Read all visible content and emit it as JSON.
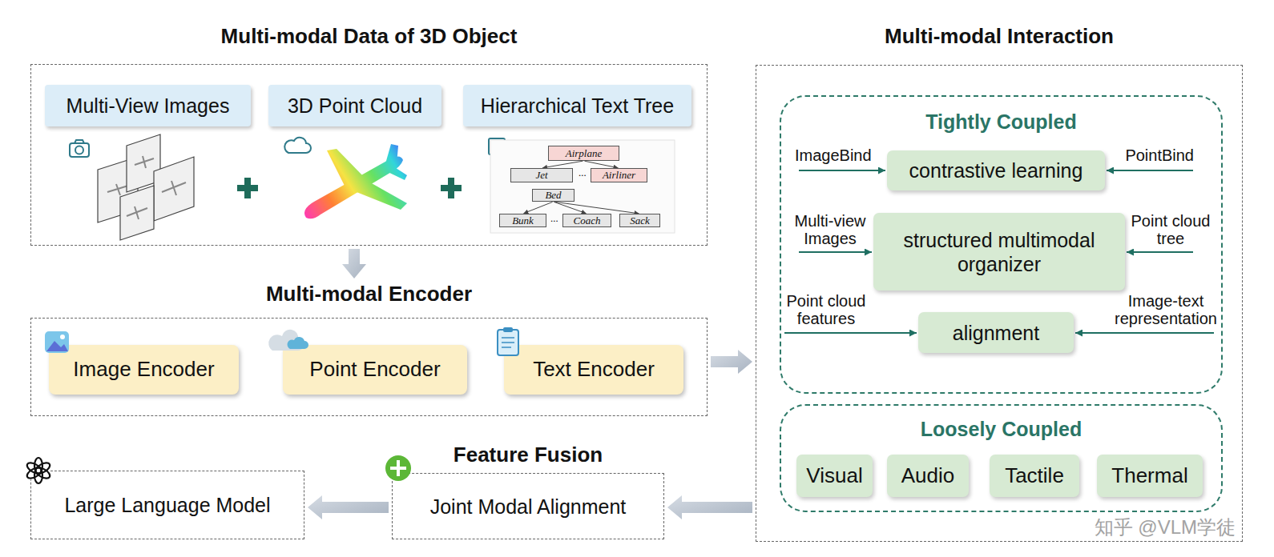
{
  "diagram": {
    "nodes": [
      {
        "text": [
          "Multi-modal Data of 3D Object"
        ]
      },
      {
        "text": [
          "Multi-View Images"
        ],
        "in": 0
      },
      {
        "text": [
          "3D Point Cloud"
        ],
        "in": 0
      },
      {
        "text": [
          "Hierarchical Text Tree"
        ],
        "in": 0
      },
      {
        "text": [
          "Airplane"
        ],
        "in": 0
      },
      {
        "text": [
          "Jet"
        ],
        "in": 0
      },
      {
        "text": [
          "Airliner"
        ],
        "in": 0
      },
      {
        "text": [
          "Bed"
        ],
        "in": 0
      },
      {
        "text": [
          "Bunk"
        ],
        "in": 0
      },
      {
        "text": [
          "Coach"
        ],
        "in": 0
      },
      {
        "text": [
          "Sack"
        ],
        "in": 0
      },
      {
        "text": [
          "Multi-modal Encoder"
        ]
      },
      {
        "text": [
          "Image Encoder"
        ],
        "in": 11
      },
      {
        "text": [
          "Point Encoder"
        ],
        "in": 11
      },
      {
        "text": [
          "Text Encoder"
        ],
        "in": 11
      },
      {
        "text": [
          "Multi-modal Interaction"
        ]
      },
      {
        "text": [
          "Tightly Coupled"
        ],
        "in": 15
      },
      {
        "text": [
          "contrastive learning"
        ],
        "in": 16
      },
      {
        "text": [
          "structured multimodal organizer"
        ],
        "in": 16
      },
      {
        "text": [
          "alignment"
        ],
        "in": 16
      },
      {
        "text": [
          "Loosely Coupled"
        ],
        "in": 15
      },
      {
        "text": [
          "Visual"
        ],
        "in": 20
      },
      {
        "text": [
          "Audio"
        ],
        "in": 20
      },
      {
        "text": [
          "Tactile"
        ],
        "in": 20
      },
      {
        "text": [
          "Thermal"
        ],
        "in": 20
      },
      {
        "text": [
          "Large Language Model"
        ]
      },
      {
        "text": [
          "Feature Fusion",
          "Joint Modal Alignment"
        ]
      }
    ],
    "edges": [
      {
        "from": 4,
        "to": 5,
        "arrow": "to"
      },
      {
        "from": 4,
        "to": 6,
        "arrow": "to"
      },
      {
        "from": 7,
        "to": 8,
        "arrow": "to"
      },
      {
        "from": 7,
        "to": 9,
        "arrow": "to"
      },
      {
        "from": 7,
        "to": 10,
        "arrow": "to"
      },
      {
        "from": 0,
        "to": 11,
        "arrow": "to"
      },
      {
        "from": 11,
        "to": 15,
        "arrow": "to"
      },
      {
        "from": 15,
        "to": 26,
        "arrow": "to"
      },
      {
        "from": 26,
        "to": 25,
        "arrow": "to"
      }
    ],
    "labels": [
      "...",
      "...",
      "ImageBind",
      "PointBind",
      "Multi-view Images",
      "Point cloud tree",
      "Point cloud features",
      "Image-text representation",
      "知乎 @VLM学徒"
    ]
  }
}
